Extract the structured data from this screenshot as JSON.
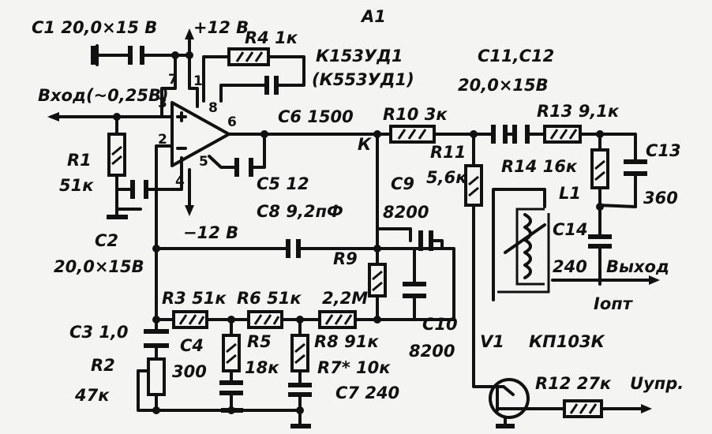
{
  "labels": {
    "c1": "C1 20,0×15 В",
    "vplus": "+12 В",
    "vminus": "−12 В",
    "a1": "A1",
    "a1_type": "К153УД1",
    "a1_alt": "(К553УД1)",
    "input": "Вход(~0,25В)",
    "r1": "R1",
    "r1_val": "51к",
    "c2": "C2",
    "c2_val": "20,0×15В",
    "r4": "R4 1к",
    "c6": "C6 1500",
    "c5": "C5 12",
    "c8": "C8 9,2пФ",
    "r10": "R10 3к",
    "r11": "R11",
    "r11_val": "5,6к",
    "c9": "C9",
    "c9_val": "8200",
    "node_k": "К",
    "c11c12": "C11,C12",
    "c11c12_val": "20,0×15В",
    "r13": "R13 9,1к",
    "c13": "C13",
    "c13_val": "360",
    "r14": "R14 16к",
    "l1": "L1",
    "c14": "C14",
    "c14_val": "240",
    "output": "Выход",
    "i_opt": "Iопт",
    "r9": "R9",
    "c10": "C10",
    "c10_val": "8200",
    "r3": "R3 51к",
    "r6": "R6 51к",
    "r8": "2,2М",
    "c3": "C3 1,0",
    "c4": "C4",
    "c4_val": "300",
    "r5": "R5",
    "r5_val": "18к",
    "r8b": "R8 91к",
    "r7": "R7* 10к",
    "c7": "C7 240",
    "r2": "R2",
    "r2_val": "47к",
    "v1": "V1",
    "v1_type": "КП103К",
    "r12": "R12 27к",
    "u_ctrl": "Uупр.",
    "pin1": "1",
    "pin2": "2",
    "pin3": "3",
    "pin4": "4",
    "pin5": "5",
    "pin6": "6",
    "pin7": "7",
    "pin8": "8"
  }
}
